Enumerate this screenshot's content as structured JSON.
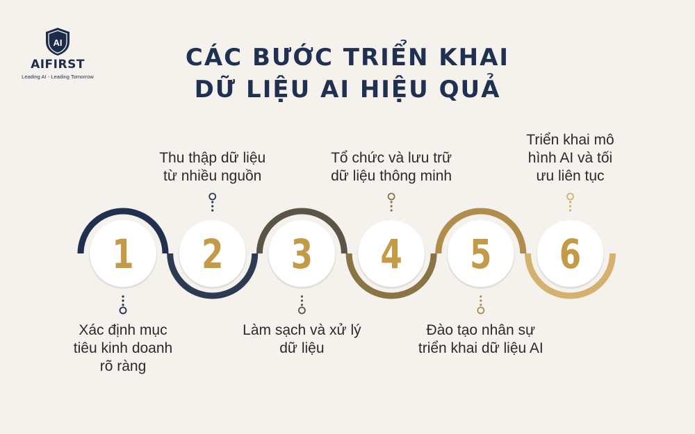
{
  "brand": {
    "name": "AIFIRST",
    "logo_text": "AI",
    "tagline": "Leading AI - Leading Tomorrow"
  },
  "title": {
    "line1": "CÁC BƯỚC TRIỂN KHAI",
    "line2": "DỮ LIỆU AI HIỆU QUẢ"
  },
  "steps": [
    {
      "number": "1",
      "label_lines": [
        "Xác định mục",
        "tiêu kinh doanh",
        "rõ ràng"
      ],
      "position": "below",
      "ring_color": "#1f3050"
    },
    {
      "number": "2",
      "label_lines": [
        "Thu thập dữ liệu",
        "từ nhiều nguồn"
      ],
      "position": "above",
      "ring_color": "#2c3a52"
    },
    {
      "number": "3",
      "label_lines": [
        "Làm sạch và xử lý",
        "dữ liệu"
      ],
      "position": "below",
      "ring_color": "#5a5547"
    },
    {
      "number": "4",
      "label_lines": [
        "Tổ chức và lưu trữ",
        "dữ liệu thông minh"
      ],
      "position": "above",
      "ring_color": "#8a7444"
    },
    {
      "number": "5",
      "label_lines": [
        "Đào tạo nhân sự",
        "triển khai dữ liệu AI"
      ],
      "position": "below",
      "ring_color": "#b08d4d"
    },
    {
      "number": "6",
      "label_lines": [
        "Triển khai mô",
        "hình AI và tối",
        "ưu liên tục"
      ],
      "position": "above",
      "ring_color": "#d4b16e"
    }
  ],
  "colors": {
    "background": "#f5f2ed",
    "navy": "#1f3050",
    "gold": "#c39a48",
    "circle_fill": "#ffffff"
  }
}
